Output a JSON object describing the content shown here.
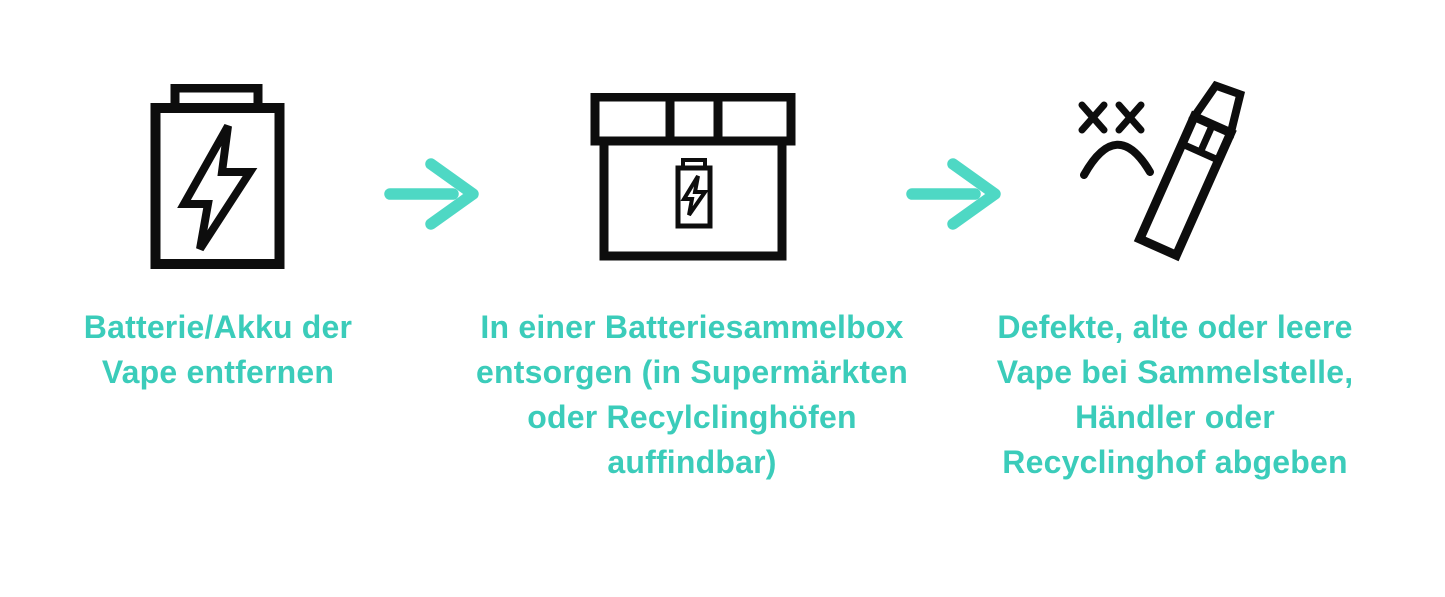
{
  "figure": {
    "type": "process-infographic",
    "background_color": "#ffffff",
    "accent_text_color": "#3bccba",
    "arrow_color": "#4ed8c4",
    "icon_stroke_color": "#0d0d0d"
  },
  "steps": [
    {
      "icon": "battery-icon",
      "caption": "Batterie/Akku der Vape entfernen",
      "caption_lines": [
        "Batterie/Akku der",
        "Vape entfernen"
      ]
    },
    {
      "icon": "battery-collection-box-icon",
      "caption": "In einer Batteriesammelbox entsorgen (in Supermärkten oder Recylclinghöfen auffindbar)",
      "caption_lines": [
        "In einer Batteriesammelbox",
        "entsorgen (in Supermärkten",
        "oder Recylclinghöfen",
        "auffindbar)"
      ]
    },
    {
      "icon": "broken-vape-icon",
      "caption": "Defekte, alte oder leere Vape bei Sammelstelle, Händler oder Recyclinghof abgeben",
      "caption_lines": [
        "Defekte, alte oder leere",
        "Vape bei Sammelstelle,",
        "Händler oder",
        "Recyclinghof abgeben"
      ]
    }
  ],
  "connectors": [
    {
      "icon": "arrow-right-icon"
    },
    {
      "icon": "arrow-right-icon"
    }
  ]
}
